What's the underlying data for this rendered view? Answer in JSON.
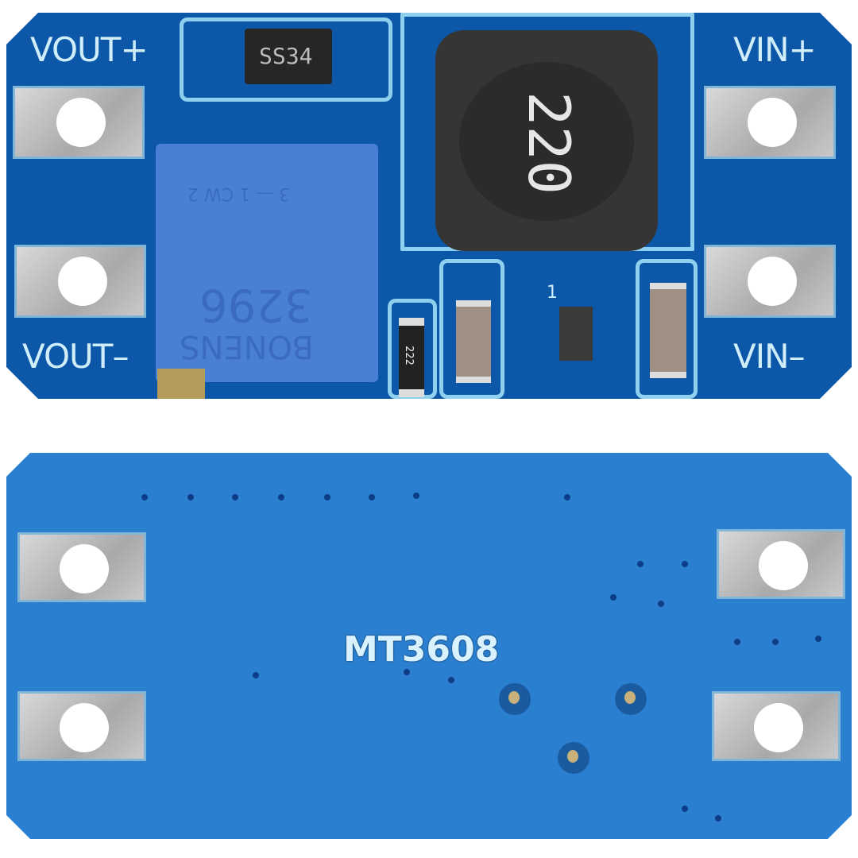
{
  "image": {
    "description": "MT3608 DC-DC boost converter module, top and bottom views",
    "top_board": {
      "labels": {
        "vout_plus": "VOUT+",
        "vout_minus": "VOUT–",
        "vin_plus": "VIN+",
        "vin_minus": "VIN–"
      },
      "components": {
        "diode": "SS34",
        "inductor": "220",
        "resistor": "222",
        "potentiometer_brand": "BONENS",
        "potentiometer_model": "3296",
        "potentiometer_marks": "3 — 1  CW 2",
        "ic_pin_mark": "1"
      },
      "colors": {
        "pcb": "#0d57a8",
        "silkscreen": "#cfeefa",
        "pot": "#4a7fd6"
      }
    },
    "bottom_board": {
      "label": "MT3608",
      "colors": {
        "pcb": "#2a7fd0",
        "silkscreen": "#d8f3ff"
      }
    }
  }
}
